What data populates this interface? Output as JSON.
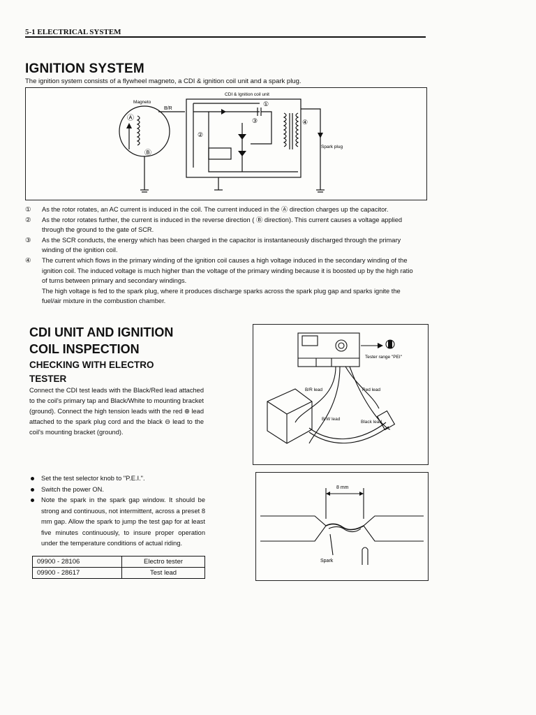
{
  "header": {
    "section": "5-1 ELECTRICAL SYSTEM"
  },
  "ignition": {
    "title": "IGNITION SYSTEM",
    "intro": "The ignition system consists of a flywheel magneto, a CDI & ignition coil unit and a spark plug.",
    "diagram": {
      "unit_label": "CDI & Ignition coil unit",
      "magneto_label": "Magneto",
      "wire_label": "B/R",
      "spark_plug_label": "Spark plug",
      "mark_a": "Ⓐ",
      "mark_b": "Ⓑ",
      "mark_1": "①",
      "mark_2": "②",
      "mark_3": "③",
      "mark_4": "④"
    },
    "steps": [
      {
        "num": "①",
        "text": "As the rotor rotates, an AC current  is induced in the coil. The current induced in the Ⓐ direction charges up the capacitor."
      },
      {
        "num": "②",
        "text": "As the rotor rotates further, the current is induced in the reverse direction ( Ⓑ direction). This current causes a voltage applied through the ground to the gate of SCR."
      },
      {
        "num": "③",
        "text": "As the SCR conducts, the energy which has been charged in the capacitor is instantaneously discharged through the primary winding of the ignition coil."
      },
      {
        "num": "④",
        "text": "The current which flows in the primary winding of the ignition coil causes a high voltage induced in the secondary winding of the ignition coil. The induced voltage is much higher than the voltage of the primary winding because it is boosted up by the high ratio of turns between primary and secondary windings."
      }
    ],
    "steps_after": "The high voltage is fed to the spark plug, where it produces discharge sparks across the spark plug gap and sparks ignite the fuel/air mixture in the combustion chamber."
  },
  "cdi": {
    "title_line1": "CDI UNIT AND IGNITION",
    "title_line2": "COIL INSPECTION",
    "subtitle_line1": "CHECKING WITH ELECTRO",
    "subtitle_line2": "TESTER",
    "body": "Connect the CDI test leads with the Black/Red lead attached to the coil's primary tap and Black/White to mounting bracket (ground). Connect the high tension leads with the red ⊕ lead attached to the spark plug cord and the black ⊖ lead to the coil's mounting bracket (ground).",
    "tester_figure": {
      "tester_range": "Tester range \"PEI\"",
      "br_lead": "B/R lead",
      "red_lead": "Red lead",
      "bw_lead": "B/W lead",
      "black_lead": "Black lead"
    },
    "bullets": [
      "Set the test selector knob to \"P.E.I.\".",
      "Switch the power ON.",
      "Note the spark in the spark gap window. It should be strong and continuous, not intermittent, across a preset 8 mm gap. Allow the spark to jump the test gap for at least five minutes continuously, to insure proper operation under the temperature conditions of actual riding."
    ],
    "gap_figure": {
      "gap": "8 mm",
      "spark": "Spark"
    },
    "tools": [
      {
        "part": "09900 - 28106",
        "name": "Electro tester"
      },
      {
        "part": "09900 - 28617",
        "name": "Test lead"
      }
    ]
  }
}
